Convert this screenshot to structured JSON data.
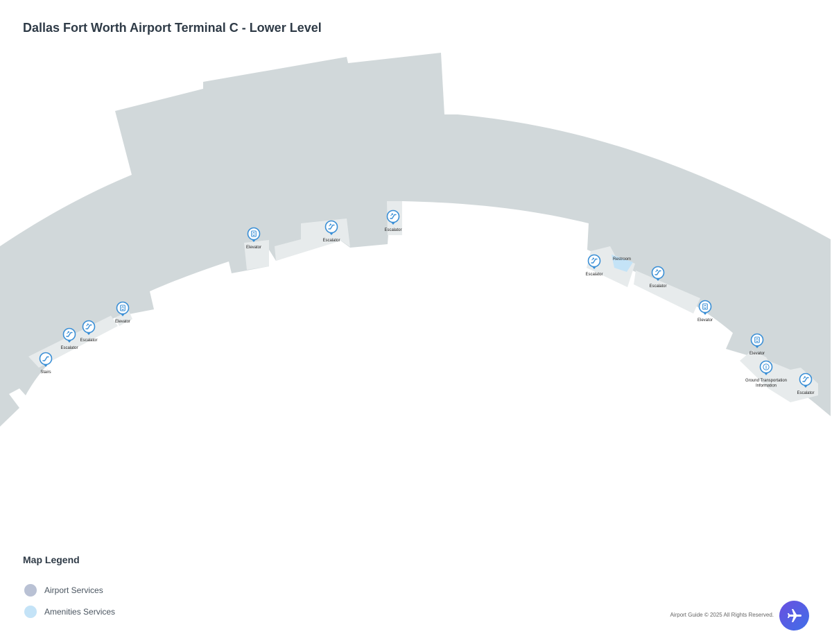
{
  "title": "Dallas Fort Worth Airport Terminal C - Lower Level",
  "colors": {
    "terminal": "#d1d8da",
    "corridor": "#e7ebec",
    "amenities": "#c4e3f7",
    "airport_services": "#b9c1d4",
    "marker": "#3a8fd6"
  },
  "pois": [
    {
      "icon": "stairs-icon",
      "label": "Stairs"
    },
    {
      "icon": "escalator-icon",
      "label": "Escalator"
    },
    {
      "icon": "escalator-icon",
      "label": "Escalator"
    },
    {
      "icon": "elevator-icon",
      "label": "Elevator"
    },
    {
      "icon": "elevator-icon",
      "label": "Elevator"
    },
    {
      "icon": "escalator-icon",
      "label": "Escalator"
    },
    {
      "icon": "escalator-icon",
      "label": "Escalator"
    },
    {
      "icon": "escalator-icon",
      "label": "Escalator"
    },
    {
      "icon": "escalator-icon",
      "label": "Escalator"
    },
    {
      "icon": "elevator-icon",
      "label": "Elevator"
    },
    {
      "icon": "elevator-icon",
      "label": "Elevator"
    },
    {
      "icon": "info-icon",
      "label": "Ground Transportation",
      "label2": "Information"
    },
    {
      "icon": "escalator-icon",
      "label": "Escalator"
    }
  ],
  "area_labels": {
    "restroom": "Restroom"
  },
  "legend": {
    "title": "Map Legend",
    "items": [
      {
        "label": "Airport Services",
        "color": "#b9c1d4"
      },
      {
        "label": "Amenities Services",
        "color": "#c4e3f7"
      }
    ]
  },
  "footer": {
    "copyright": "Airport Guide © 2025 All Rights Reserved."
  },
  "logo": {
    "icon": "airplane-icon"
  }
}
